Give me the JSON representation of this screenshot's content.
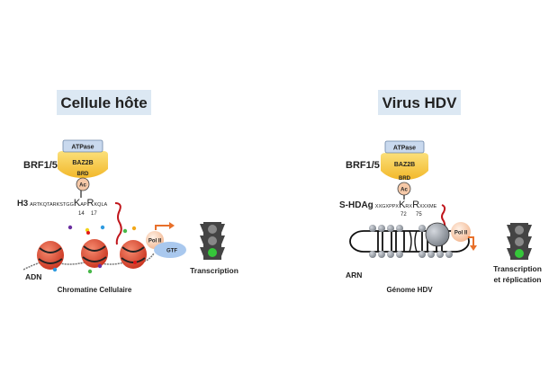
{
  "left": {
    "title": "Cellule hôte",
    "atpase": "ATPase",
    "baz2b": "BAZ2B",
    "brd": "BRD",
    "ac": "Ac",
    "brf": "BRF1/5",
    "protein": "H3",
    "seq_pre": "ARTKQTARKSTGG",
    "res1": "K",
    "seq_mid": "AP",
    "res2": "R",
    "seq_post": "KQLA",
    "pos1": "14",
    "pos2": "17",
    "polii": "Pol II",
    "gtf": "GTF",
    "outcome": "Transcription",
    "nucleic": "ADN",
    "caption": "Chromatine Cellulaire"
  },
  "right": {
    "title": "Virus HDV",
    "atpase": "ATPase",
    "baz2b": "BAZ2B",
    "brd": "BRD",
    "ac": "Ac",
    "brf": "BRF1/5",
    "protein": "S-HDAg",
    "seq_pre": "XXGXPPX",
    "res1": "K",
    "seq_mid": "RX",
    "res2": "R",
    "seq_post": "XXXME",
    "pos1": "72",
    "pos2": "75",
    "polii": "Pol II",
    "outcome_line1": "Transcription",
    "outcome_line2": "et réplication",
    "nucleic": "ARN",
    "caption": "Génome HDV"
  },
  "colors": {
    "title_bg": "#dce8f3",
    "baz2b": "#f7c948",
    "atpase": "#c9d9ee",
    "ac": "#f6c9a8",
    "tail": "#c0161c",
    "arrow": "#e8702a",
    "histone": "#e0533a",
    "green_light": "#35c63a"
  }
}
